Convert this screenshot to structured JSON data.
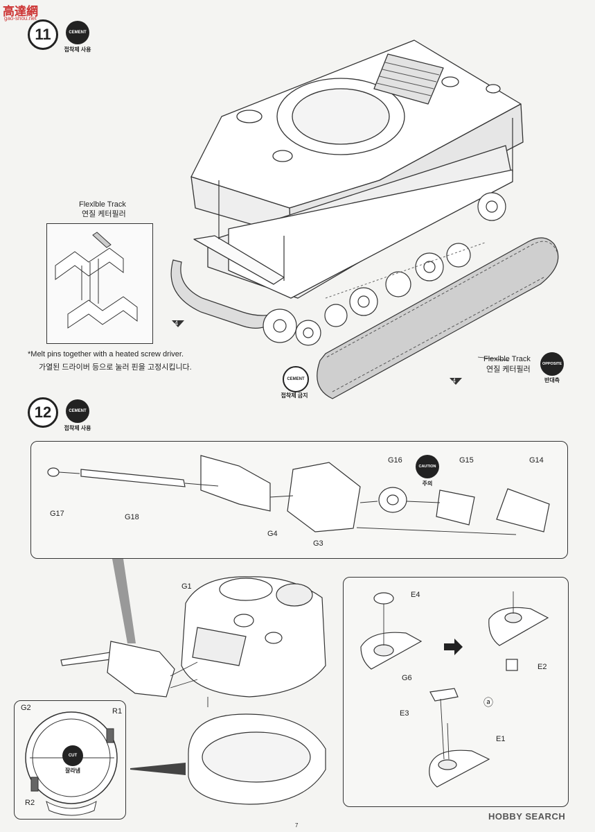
{
  "watermark": {
    "logo": "高達網",
    "url": "gao-shou.net"
  },
  "footer": {
    "page_number": "7",
    "logo": "HOBBY SEARCH"
  },
  "step11": {
    "number": "11",
    "cement_badge": "CEMENT",
    "cement_caption": "접착제 사용",
    "inset_title_en": "Flexlble Track",
    "inset_title_ko": "연질 케터필러",
    "note_en": "*Melt pins together with a heated screw driver.",
    "note_ko": "가열된 드라이버 등으로 눌러 핀을 고정시킵니다.",
    "nocement_badge": "CEMENT",
    "nocement_caption": "접착제 금지",
    "right_track_en": "Flexlble Track",
    "right_track_ko": "연질 케터필러",
    "opposite_badge": "OPPOSITE",
    "opposite_caption": "반대측",
    "marker_left": "4",
    "marker_right": "4"
  },
  "step12": {
    "number": "12",
    "cement_badge": "CEMENT",
    "cement_caption": "접착제 사용",
    "caution_badge": "CAUTION",
    "caution_caption": "주의",
    "parts": {
      "g17": "G17",
      "g18": "G18",
      "g4": "G4",
      "g3": "G3",
      "g16": "G16",
      "g15": "G15",
      "g14": "G14",
      "g1": "G1",
      "g2": "G2",
      "r1": "R1",
      "r2": "R2",
      "e4": "E4",
      "g6": "G6",
      "e2": "E2",
      "e3": "E3",
      "e1": "E1",
      "detail_a": "ⓐ"
    },
    "cut_badge": "CUT",
    "cut_caption": "잘라냄"
  }
}
